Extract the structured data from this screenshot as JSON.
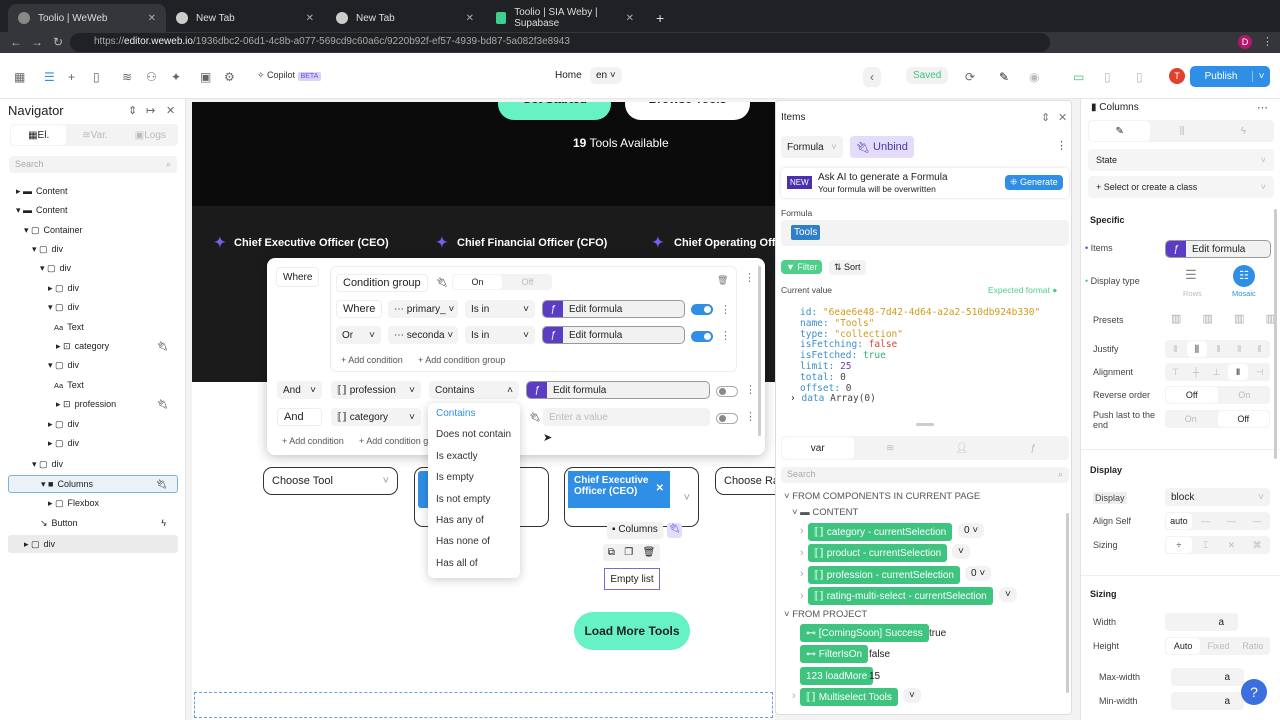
{
  "browser": {
    "tabs": [
      {
        "title": "Toolio | WeWeb"
      },
      {
        "title": "New Tab"
      },
      {
        "title": "New Tab"
      },
      {
        "title": "Toolio | SIA Weby | Supabase"
      }
    ],
    "url_prefix": "https://",
    "url_host": "editor.weweb.io",
    "url_path": "/1936dbc2-06d1-4c8b-a077-569cd9c60a6c/9220b92f-ef57-4939-bd87-5a082f3e8943",
    "profile": "D"
  },
  "toolbar": {
    "copilot": "Copilot",
    "beta": "BETA",
    "page": "Home",
    "lang": "en",
    "saved": "Saved",
    "avatar": "T",
    "publish": "Publish"
  },
  "navigator": {
    "title": "Navigator",
    "tabs": [
      "El.",
      "Var.",
      "Logs"
    ],
    "search_placeholder": "Search",
    "tree": [
      "Content",
      "Content",
      "Container",
      "div",
      "div",
      "div",
      "div",
      "Text",
      "category",
      "div",
      "Text",
      "profession",
      "div",
      "div",
      "div",
      "Columns",
      "Flexbox",
      "Button",
      "div"
    ]
  },
  "canvas": {
    "hero_btn1": "Get Started",
    "hero_btn2": "Browse Tools",
    "count": "19",
    "count_label": "Tools Available",
    "roles": [
      "Chief Executive Officer (CEO)",
      "Chief Financial Officer (CFO)",
      "Chief Operating Officer"
    ],
    "selects": [
      "Choose Tool",
      "Chief Executive Officer (CEO)",
      "Choose Ra"
    ],
    "col_label": "Columns",
    "empty_list": "Empty list",
    "load_more": "Load More Tools"
  },
  "filter": {
    "where": "Where",
    "group": "Condition group",
    "on": "On",
    "off": "Off",
    "rows": [
      {
        "conj": "Where",
        "field": "primary_",
        "op": "Is in",
        "value": "Edit formula",
        "enabled": true
      },
      {
        "conj": "Or",
        "field": "seconda",
        "op": "Is in",
        "value": "Edit formula",
        "enabled": true
      }
    ],
    "add_condition": "+ Add condition",
    "add_group": "+ Add condition group",
    "outer": [
      {
        "conj": "And",
        "field": "profession",
        "op": "Contains",
        "value": "Edit formula",
        "enabled": false
      },
      {
        "conj": "And",
        "field": "category",
        "placeholder": "Enter a value",
        "enabled": false
      }
    ],
    "operators": [
      "Contains",
      "Does not contain",
      "Is exactly",
      "Is empty",
      "Is not empty",
      "Has any of",
      "Has none of",
      "Has all of"
    ],
    "selected_operator": "Contains"
  },
  "items_panel": {
    "title": "Items",
    "mode": "Formula",
    "unbind": "Unbind",
    "new": "NEW",
    "ai_title": "Ask AI to generate a Formula",
    "ai_sub": "Your formula will be overwritten",
    "generate": "Generate",
    "formula_label": "Formula",
    "formula_token": "Tools",
    "filter": "Filter",
    "sort": "Sort",
    "current_value": "Current value",
    "expected": "Expected format",
    "value": {
      "id": "\"6eae6e48-7d42-4d64-a2a2-510db924b330\"",
      "name": "\"Tools\"",
      "type": "\"collection\"",
      "isFetching": "false",
      "isFetched": "true",
      "limit": "25",
      "total": "0",
      "offset": "0",
      "data": "Array(0)"
    },
    "var_tabs": [
      "var"
    ],
    "search_placeholder": "Search",
    "from_components": "FROM COMPONENTS IN CURRENT PAGE",
    "content": "CONTENT",
    "comp_vars": [
      {
        "name": "category - currentSelection",
        "value": "0"
      },
      {
        "name": "product - currentSelection",
        "value": ""
      },
      {
        "name": "profession - currentSelection",
        "value": "0"
      },
      {
        "name": "rating-multi-select - currentSelection",
        "value": ""
      }
    ],
    "from_project": "FROM PROJECT",
    "project_vars": [
      {
        "name": "[ComingSoon] Success",
        "value": "true"
      },
      {
        "name": "FilterIsOn",
        "value": "false"
      },
      {
        "name": "loadMore",
        "value": "15"
      },
      {
        "name": "Multiselect Tools",
        "value": ""
      }
    ]
  },
  "props": {
    "title": "Columns",
    "state": "State",
    "class": "+ Select or create a class",
    "specific": "Specific",
    "items": "Items",
    "items_value": "Edit formula",
    "display_type": "Display type",
    "rows": "Rows",
    "mosaic": "Mosaic",
    "presets": "Presets",
    "justify": "Justify",
    "alignment": "Alignment",
    "reverse": "Reverse order",
    "push": "Push last to the end",
    "off": "Off",
    "on": "On",
    "display_sec": "Display",
    "display": "Display",
    "display_val": "block",
    "align_self": "Align Self",
    "align_val": "auto",
    "sizing": "Sizing",
    "sizing_sec": "Sizing",
    "width": "Width",
    "height": "Height",
    "auto": "Auto",
    "fixed": "Fixed",
    "ratio": "Ratio",
    "max_width": "Max-width",
    "min_width": "Min-width",
    "unit": "a",
    "help": "?"
  }
}
